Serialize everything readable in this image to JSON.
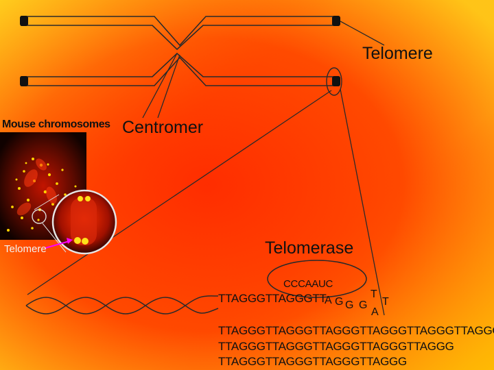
{
  "labels": {
    "telomere": "Telomere",
    "centromer": "Centromer",
    "telomerase": "Telomerase",
    "mouse_chromosomes": "Mouse chromosomes",
    "telomere_small": "Telomere"
  },
  "rna_template": "CCCAAUC",
  "dna_primer": "TTAGGGTTAGGGTT",
  "loop_letters": [
    "A",
    "G",
    "G",
    "G",
    "T",
    "T",
    "A"
  ],
  "sequences": [
    "TTAGGGTTAGGGTTAGGGTTAGGGTTAGGGTTAGGG",
    "TTAGGGTTAGGGTTAGGGTTAGGGTTAGGG",
    "TTAGGGTTAGGGTTAGGGTTAGGG"
  ],
  "colors": {
    "bg_yellow": "#ffd21a",
    "bg_red": "#ff3500",
    "line": "#2a2a2a",
    "tip": "#111111",
    "micro_dots": "#ffd400",
    "arrow": "#ff00ff"
  },
  "icons": {
    "micrograph": "fluorescence-micrograph",
    "magnifier": "magnifier-circle"
  }
}
